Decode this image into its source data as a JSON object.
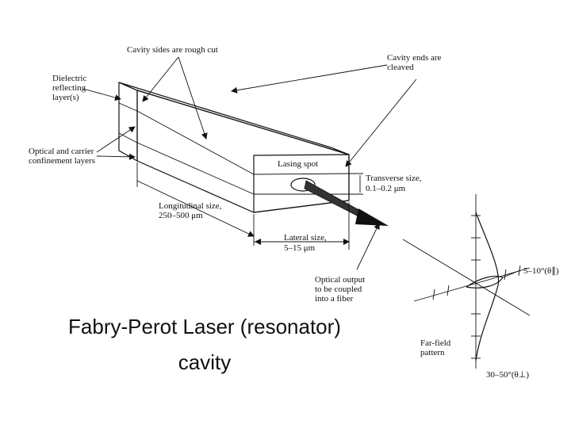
{
  "diagram": {
    "labels": {
      "cavity_sides": "Cavity sides are rough cut",
      "cavity_ends_1": "Cavity ends are",
      "cavity_ends_2": "cleaved",
      "dielectric_1": "Dielectric",
      "dielectric_2": "reflecting",
      "dielectric_3": "layer(s)",
      "confinement_1": "Optical and carrier",
      "confinement_2": "confinement layers",
      "lasing_spot": "Lasing spot",
      "transverse_1": "Transverse size,",
      "transverse_2": "0.1–0.2 μm",
      "longitudinal_1": "Longitudinal size,",
      "longitudinal_2": "250–500 μm",
      "lateral_1": "Lateral size,",
      "lateral_2": "5–15 μm",
      "optical_output_1": "Optical output",
      "optical_output_2": "to be coupled",
      "optical_output_3": "into a fiber",
      "angle_parallel": "5–10°(θ∥)",
      "farfield_1": "Far-field",
      "farfield_2": "pattern",
      "angle_perp": "30–50°(θ⊥)"
    }
  },
  "title": {
    "line1": "Fabry-Perot Laser (resonator)",
    "line2": "cavity"
  }
}
